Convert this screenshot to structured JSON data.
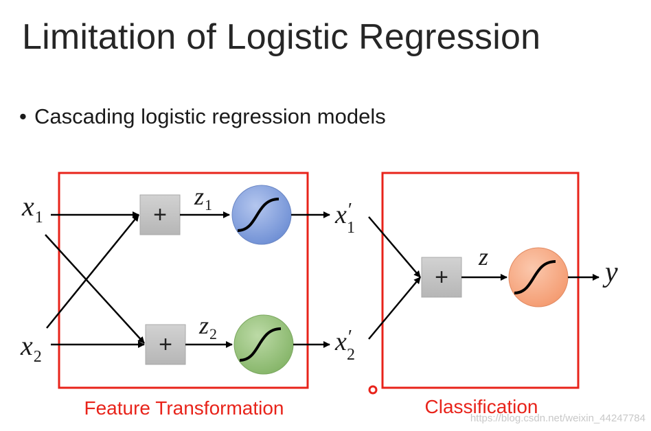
{
  "title": "Limitation of Logistic Regression",
  "bullet": "Cascading logistic regression models",
  "inputs": {
    "x1": "x",
    "x1_sub": "1",
    "x2": "x",
    "x2_sub": "2"
  },
  "sum_symbol": "+",
  "hidden": {
    "z1": "z",
    "z1_sub": "1",
    "z2": "z",
    "z2_sub": "2"
  },
  "transformed": {
    "x1p": "x",
    "x1p_prime": "′",
    "x1p_sub": "1",
    "x2p": "x",
    "x2p_prime": "′",
    "x2p_sub": "2"
  },
  "output": {
    "z": "z",
    "y": "y"
  },
  "captions": {
    "feature": "Feature Transformation",
    "classification": "Classification"
  },
  "watermark": "https://blog.csdn.net/weixin_44247784",
  "colors": {
    "frame": "#e8231a",
    "sum_box": "#c8c8c8",
    "sigmoid_top": "#8ea6dc",
    "sigmoid_bottom": "#9dc483",
    "sigmoid_out": "#f6a882"
  }
}
